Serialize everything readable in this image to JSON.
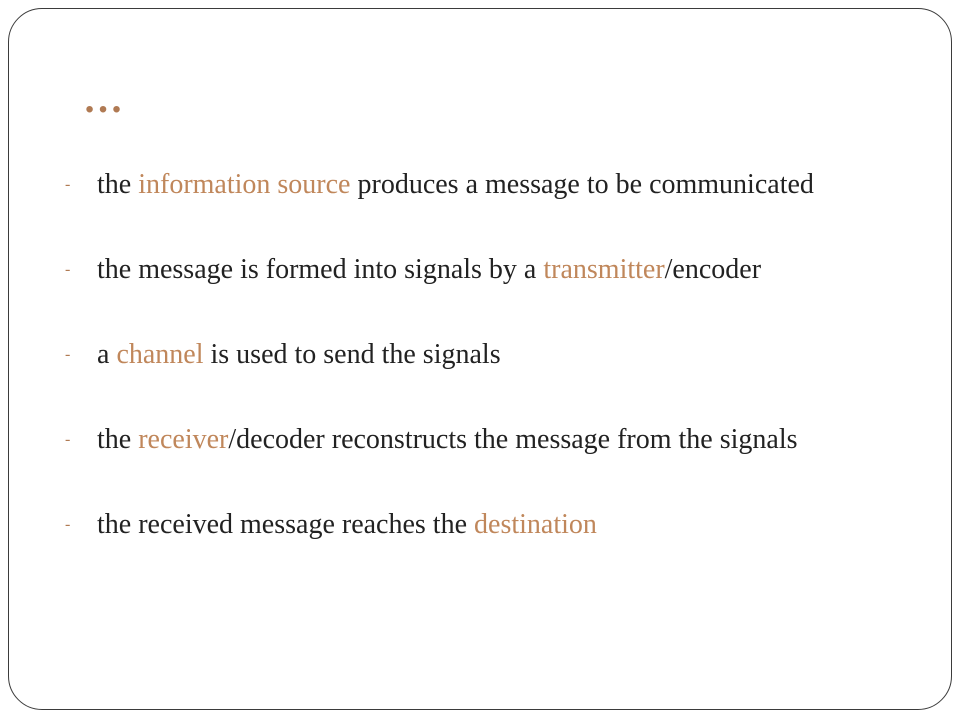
{
  "slide": {
    "title": "…",
    "accent_color": "#c0875b",
    "bullet_marker": "-",
    "bullets": [
      {
        "parts": [
          "the ",
          "information source",
          " produces a message to be communicated"
        ]
      },
      {
        "parts": [
          "the message is formed into signals by a ",
          "transmitter",
          "/encoder"
        ]
      },
      {
        "parts": [
          "a ",
          "channel",
          " is used to send the signals"
        ]
      },
      {
        "parts": [
          "the ",
          "receiver",
          "/decoder reconstructs the message from the signals"
        ]
      },
      {
        "parts": [
          "the received message reaches the ",
          "destination",
          ""
        ]
      }
    ]
  }
}
